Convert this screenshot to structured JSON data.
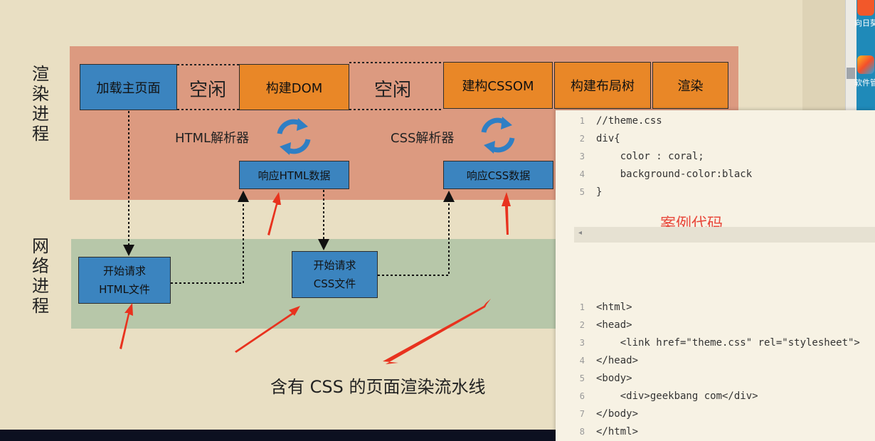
{
  "diagram": {
    "render_process_label": "渲染进程",
    "network_process_label": "网络进程",
    "render_row": {
      "load_main_page": "加载主页面",
      "idle_1": "空闲",
      "build_dom": "构建DOM",
      "idle_2": "空闲",
      "build_cssom": "建构CSSOM",
      "build_layout_tree": "构建布局树",
      "render": "渲染"
    },
    "html_parser": "HTML解析器",
    "css_parser": "CSS解析器",
    "respond_html_data": "响应HTML数据",
    "respond_css_data": "响应CSS数据",
    "start_request_html": [
      "开始请求",
      "HTML文件"
    ],
    "start_request_css": [
      "开始请求",
      "CSS文件"
    ],
    "caption": "含有 CSS 的页面渲染流水线"
  },
  "code_panel": {
    "css_lines": [
      "//theme.css",
      "div{",
      "    color : coral;",
      "    background-color:black",
      "}"
    ],
    "case_label": "案例代码",
    "html_lines": [
      "<html>",
      "<head>",
      "    <link href=\"theme.css\" rel=\"stylesheet\">",
      "</head>",
      "<body>",
      "    <div>geekbang com</div>",
      "</body>",
      "</html>"
    ],
    "line_numbers_css": [
      "1",
      "2",
      "3",
      "4",
      "5"
    ],
    "line_numbers_html": [
      "1",
      "2",
      "3",
      "4",
      "5",
      "6",
      "7",
      "8"
    ]
  },
  "taskbar": {
    "icon1_label": "向日葵",
    "icon2_label": "软件管"
  },
  "colors": {
    "render_band": "#dc9a80",
    "network_band": "#b7c7a9",
    "blue_box": "#3b84bf",
    "orange_box": "#e98727",
    "arrow_red": "#e8321e",
    "case_text": "#e8493c"
  }
}
